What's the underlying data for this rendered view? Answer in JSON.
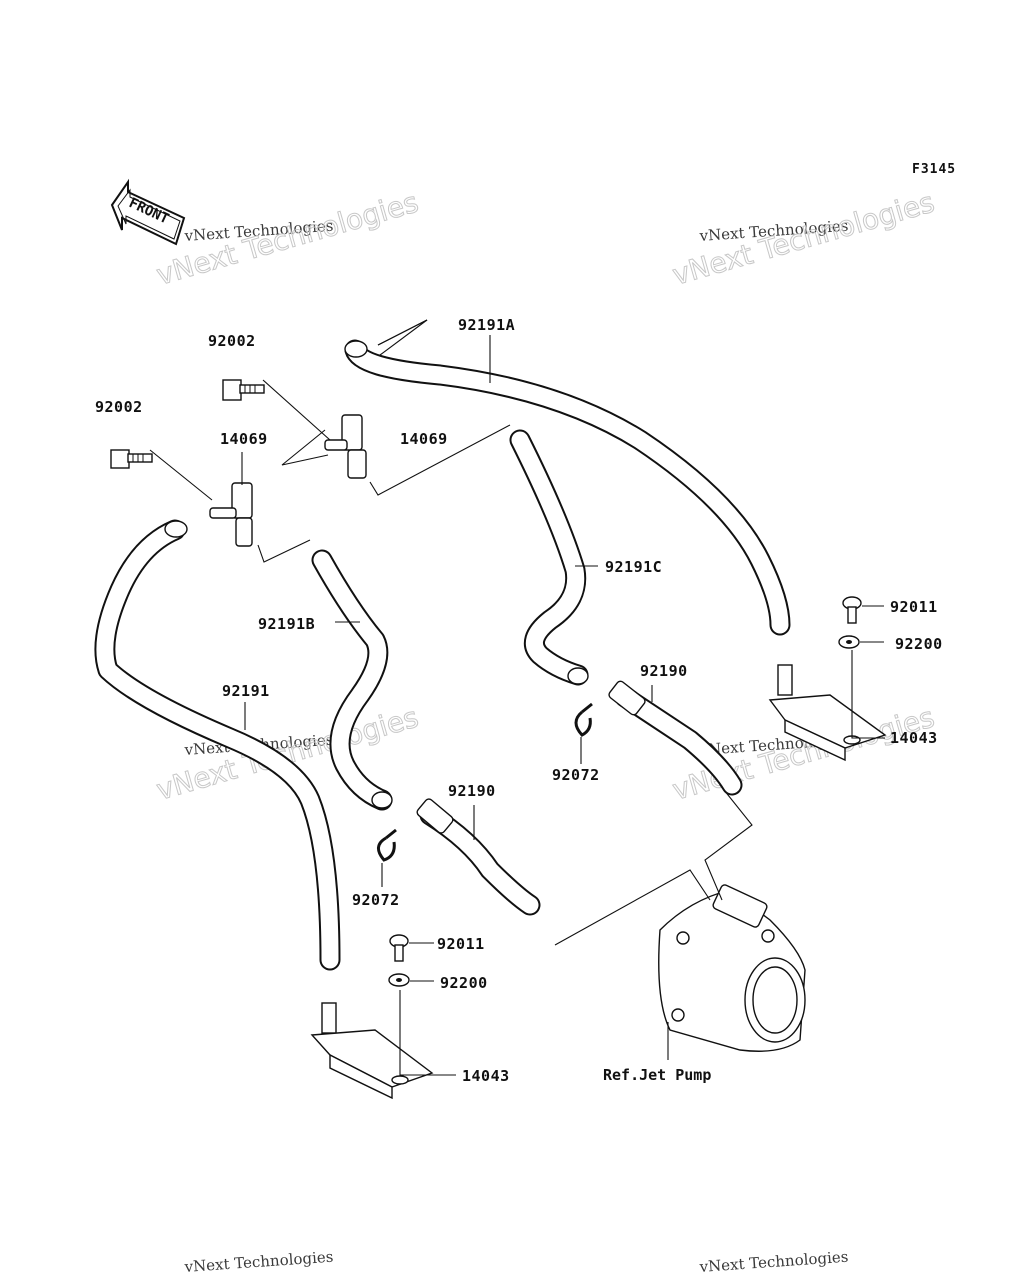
{
  "figure_code": "F3145",
  "front_label": "FRONT",
  "watermark": {
    "line1": "vNext Technologies",
    "line2": "vNext Technologies"
  },
  "parts": {
    "p92191A": "92191A",
    "p92191B": "92191B",
    "p92191C": "92191C",
    "p92191": "92191",
    "p92190_right": "92190",
    "p92190_center": "92190",
    "p92002_upper": "92002",
    "p92002_left": "92002",
    "p14069_right": "14069",
    "p14069_left": "14069",
    "p92011_right": "92011",
    "p92200_right": "92200",
    "p14043_right": "14043",
    "p92072_right": "92072",
    "p92072_left": "92072",
    "p92011_left": "92011",
    "p92200_left": "92200",
    "p14043_left": "14043"
  },
  "reference": "Ref.Jet Pump"
}
